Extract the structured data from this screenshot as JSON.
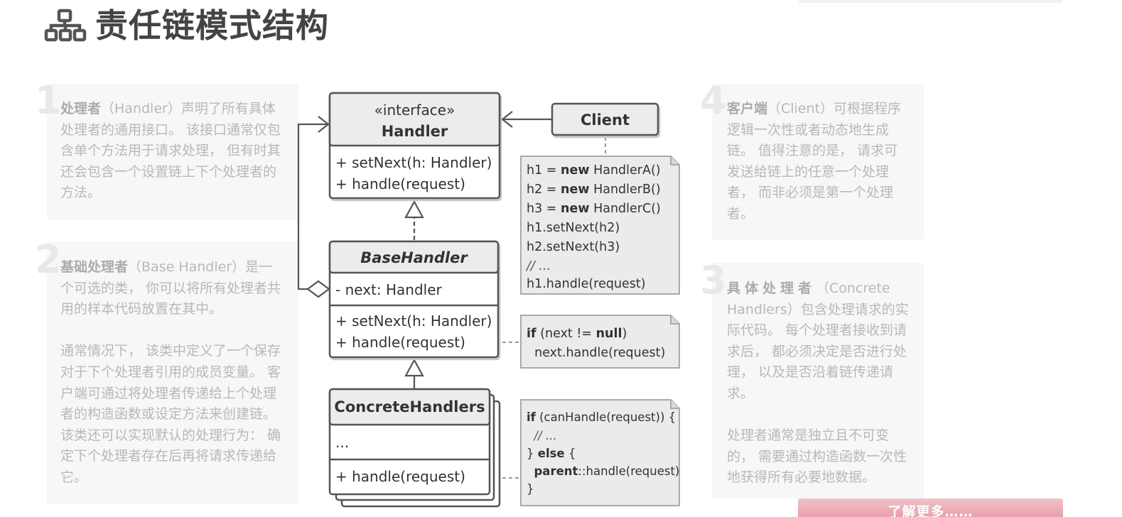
{
  "header": {
    "icon": "hierarchy-icon",
    "title": "责任链模式结构"
  },
  "notes": [
    {
      "num": "1",
      "term": "处理者",
      "paren": "（Handler）",
      "body": "声明了所有具体处理者的通用接口。 该接口通常仅包含单个方法用于请求处理， 但有时其还会包含一个设置链上下个处理者的方法。"
    },
    {
      "num": "2",
      "term": "基础处理者",
      "paren": "（Base Handler）",
      "body": "是一个可选的类， 你可以将所有处理者共用的样本代码放置在其中。",
      "body2": "通常情况下， 该类中定义了一个保存对于下个处理者引用的成员变量。 客户端可通过将处理者传递给上个处理者的构造函数或设定方法来创建链。 该类还可以实现默认的处理行为： 确定下个处理者存在后再将请求传递给它。"
    },
    {
      "num": "4",
      "term": "客户端",
      "paren": "（Client）",
      "body": "可根据程序逻辑一次性或者动态地生成链。 值得注意的是， 请求可发送给链上的任意一个处理者， 而非必须是第一个处理者。"
    },
    {
      "num": "3",
      "term": "具体处理者",
      "paren": "（Concrete Handlers）",
      "body": "包含处理请求的实际代码。 每个处理者接收到请求后， 都必须决定是否进行处理， 以及是否沿着链传递请求。",
      "body2": "处理者通常是独立且不可变的， 需要通过构造函数一次性地获得所有必要地数据。"
    }
  ],
  "diagram": {
    "handler": {
      "stereotype": "«interface»",
      "name": "Handler",
      "methods": [
        "+ setNext(h: Handler)",
        "+ handle(request)"
      ]
    },
    "base": {
      "name": "BaseHandler",
      "field": "- next: Handler",
      "methods": [
        "+ setNext(h: Handler)",
        "+ handle(request)"
      ]
    },
    "concrete": {
      "name": "ConcreteHandlers",
      "field": "...",
      "methods": [
        "+ handle(request)"
      ]
    },
    "client": {
      "name": "Client"
    },
    "client_note": {
      "lines": [
        {
          "pre": "h1 = ",
          "kw": "new",
          "post": " HandlerA()"
        },
        {
          "pre": "h2 = ",
          "kw": "new",
          "post": " HandlerB()"
        },
        {
          "pre": "h3 = ",
          "kw": "new",
          "post": " HandlerC()"
        },
        {
          "pre": "h1.setNext(h2)",
          "kw": "",
          "post": ""
        },
        {
          "pre": "h2.setNext(h3)",
          "kw": "",
          "post": ""
        },
        {
          "pre": "// ...",
          "kw": "",
          "post": ""
        },
        {
          "pre": "h1.handle(request)",
          "kw": "",
          "post": ""
        }
      ]
    },
    "base_note": {
      "lines": [
        {
          "pre": "",
          "kw": "if",
          "mid": " (next != ",
          "kw2": "null",
          "post": ")"
        },
        {
          "pre": "  next.handle(request)",
          "kw": "",
          "mid": "",
          "kw2": "",
          "post": ""
        }
      ]
    },
    "concrete_note": {
      "lines": [
        {
          "pre": "",
          "kw": "if",
          "post": " (canHandle(request)) {"
        },
        {
          "pre": "  // ...",
          "kw": "",
          "post": ""
        },
        {
          "pre": "} ",
          "kw": "else",
          "post": " {"
        },
        {
          "pre": "  ",
          "kw": "parent",
          "post": "::handle(request)"
        },
        {
          "pre": "}",
          "kw": "",
          "post": ""
        }
      ]
    }
  },
  "cta": {
    "label": "了解更多……"
  }
}
